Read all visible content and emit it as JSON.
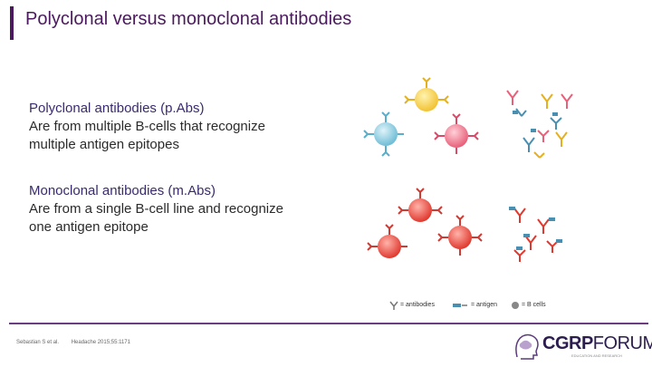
{
  "slide": {
    "title": "Polyclonal versus monoclonal antibodies"
  },
  "polyclonal": {
    "heading": "Polyclonal antibodies (p.Abs)",
    "line1": "Are from multiple B-cells that recognize",
    "line2": "multiple antigen epitopes"
  },
  "monoclonal": {
    "heading": "Monoclonal antibodies (m.Abs)",
    "line1": "Are from a single B-cell line and recognize",
    "line2": "one antigen epitope"
  },
  "legend": {
    "antibodies": "= antibodies",
    "antigen": "= antigen",
    "bcells": "= B cells"
  },
  "footer": {
    "citation_author": "Sebastian S et al.",
    "citation_source": "Headache 2015;55:1171"
  },
  "logo": {
    "name_bold": "CGRP",
    "name_light": "FORUM",
    "tagline": "EDUCATION AND RESEARCH"
  },
  "colors": {
    "title": "#4b1a5e",
    "accent_bar": "#4b1a5e",
    "divider": "#6a3d82",
    "cell_yellow": "#f2c232",
    "cell_blue": "#7fc8de",
    "cell_pink": "#e8607a",
    "cell_red": "#e3433f",
    "antigen_blue": "#4a8fb0"
  }
}
